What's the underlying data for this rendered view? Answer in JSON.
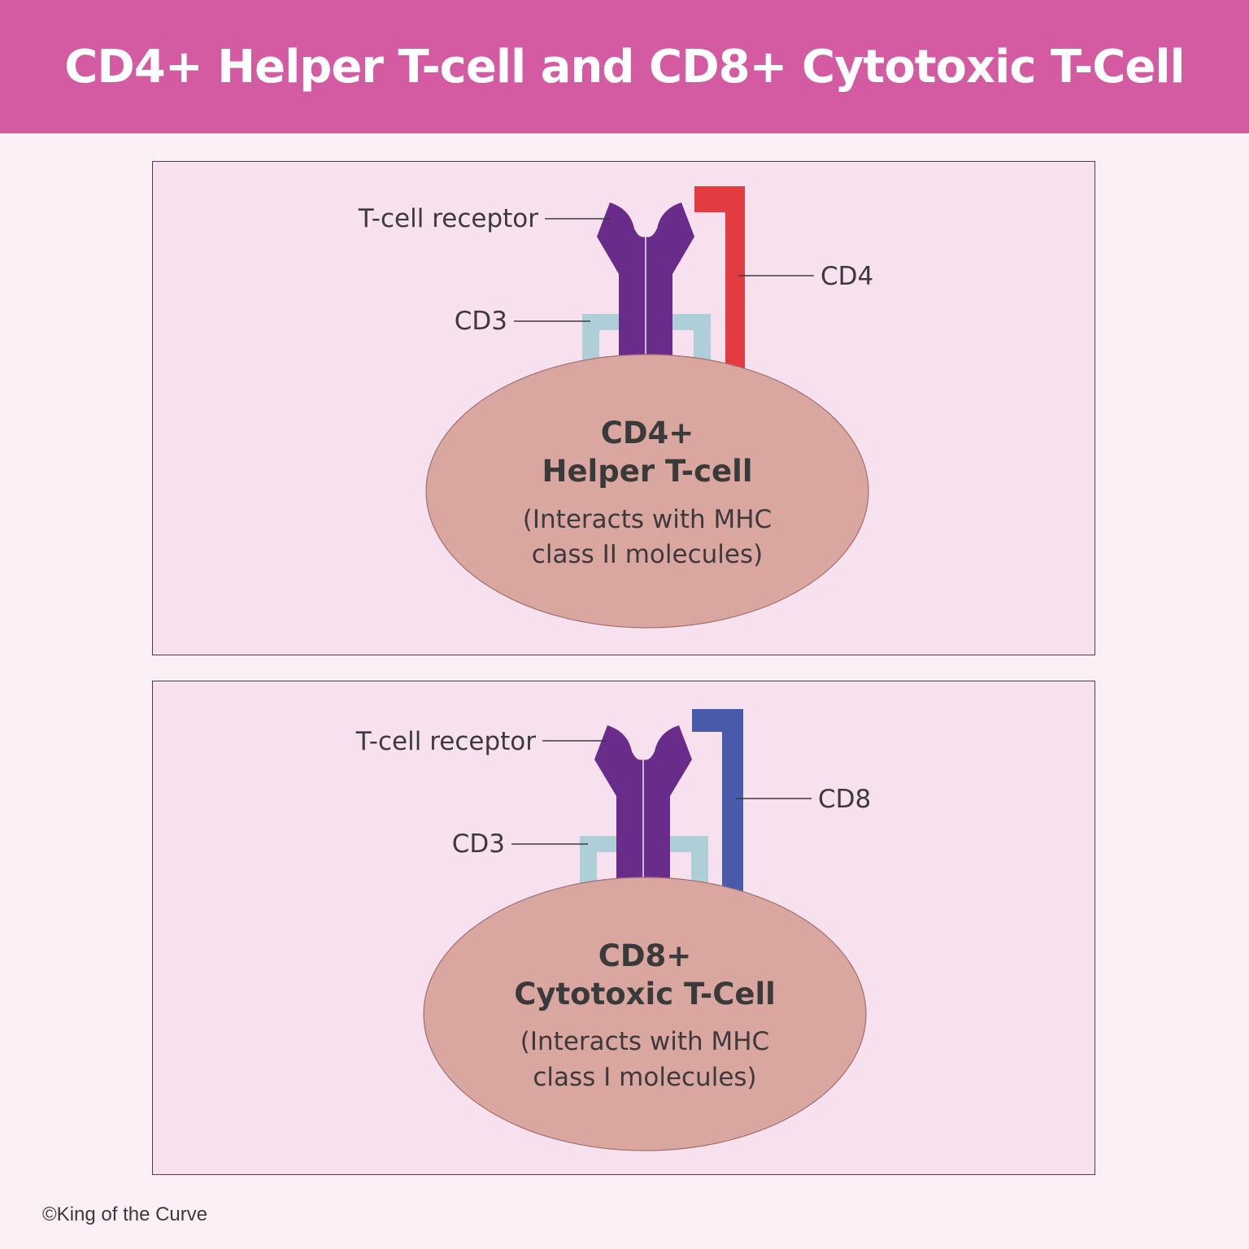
{
  "title": "CD4+ Helper T-cell and CD8+ Cytotoxic T-Cell",
  "colors": {
    "header": "#d45aa2",
    "background": "#fcf0f6",
    "panel": "#f8e1ee",
    "cell_body": "#d9a6a0",
    "tcr": "#6a2c8a",
    "cd3": "#aecfd8",
    "cd4": "#e23b40",
    "cd8": "#4a5aaa"
  },
  "panels": [
    {
      "tcr_label": "T-cell receptor",
      "cd3_label": "CD3",
      "coreceptor_label": "CD4",
      "cell_title_1": "CD4+",
      "cell_title_2": "Helper T-cell",
      "cell_note_1": "(Interacts with MHC",
      "cell_note_2": "class II molecules)"
    },
    {
      "tcr_label": "T-cell receptor",
      "cd3_label": "CD3",
      "coreceptor_label": "CD8",
      "cell_title_1": "CD8+",
      "cell_title_2": "Cytotoxic T-Cell",
      "cell_note_1": "(Interacts with MHC",
      "cell_note_2": "class I molecules)"
    }
  ],
  "copyright": "©King of the Curve"
}
